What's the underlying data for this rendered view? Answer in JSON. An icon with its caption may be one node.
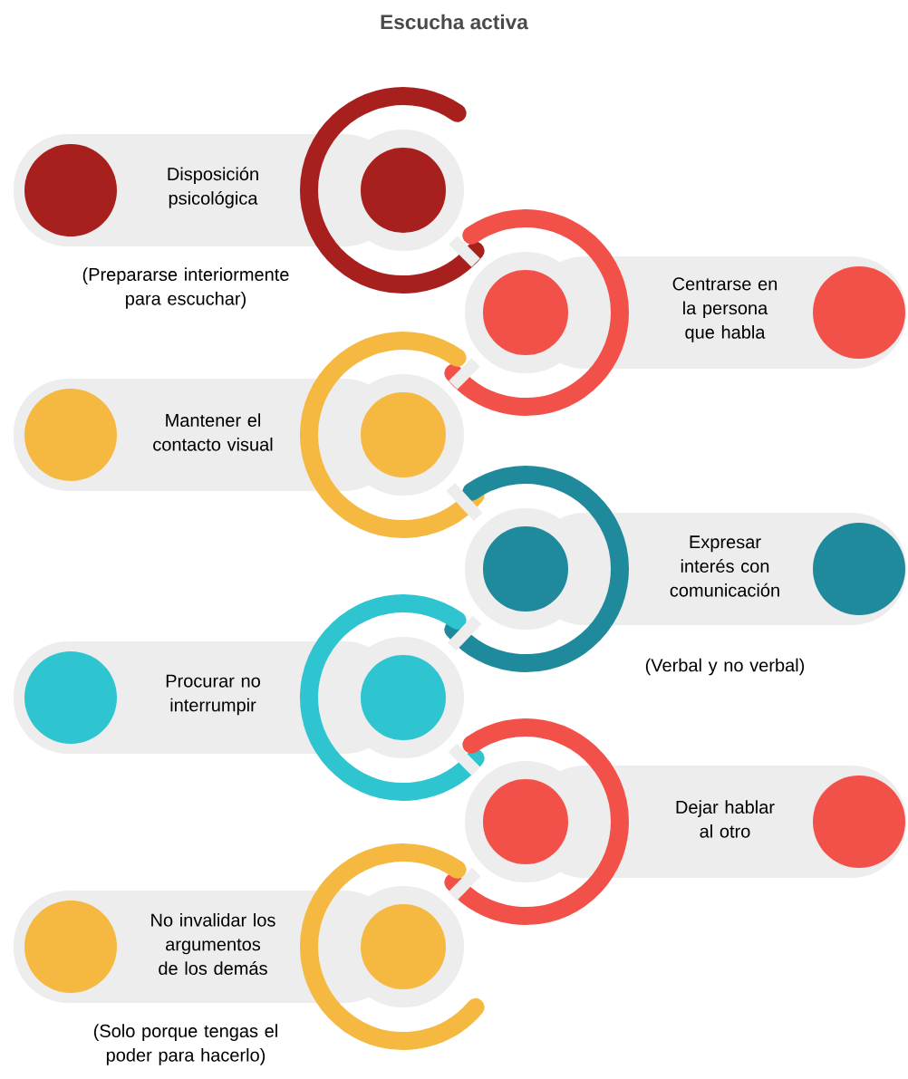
{
  "diagram": {
    "title": "Escucha activa",
    "nodes": [
      {
        "text": [
          "Disposición psicológica"
        ],
        "beside": [
          "(Prepararse interiormente para escuchar)"
        ]
      },
      {
        "text": [],
        "shape": "circle",
        "in": 0
      },
      {
        "text": [],
        "shape": "circle"
      },
      {
        "text": [
          "Centrarse en la persona que habla"
        ]
      },
      {
        "text": [],
        "shape": "circle",
        "in": 3
      },
      {
        "text": [],
        "shape": "circle"
      },
      {
        "text": [
          "Mantener el contacto visual"
        ]
      },
      {
        "text": [],
        "shape": "circle",
        "in": 6
      },
      {
        "text": [],
        "shape": "circle"
      },
      {
        "text": [
          "Expresar interés con comunicación"
        ],
        "beside": [
          "(Verbal y no verbal)"
        ]
      },
      {
        "text": [],
        "shape": "circle",
        "in": 9
      },
      {
        "text": [],
        "shape": "circle"
      },
      {
        "text": [
          "Procurar no interrumpir"
        ]
      },
      {
        "text": [],
        "shape": "circle",
        "in": 12
      },
      {
        "text": [],
        "shape": "circle"
      },
      {
        "text": [
          "Dejar hablar al otro"
        ]
      },
      {
        "text": [],
        "shape": "circle",
        "in": 15
      },
      {
        "text": [],
        "shape": "circle"
      },
      {
        "text": [
          "No invalidar los argumentos de los demás"
        ],
        "beside": [
          "(Solo porque tengas el poder para hacerlo)"
        ]
      },
      {
        "text": [],
        "shape": "circle",
        "in": 18
      },
      {
        "text": [],
        "shape": "circle"
      }
    ],
    "edges": [
      {
        "from": 2,
        "to": 5,
        "arrow": "none"
      },
      {
        "from": 5,
        "to": 8,
        "arrow": "none"
      },
      {
        "from": 8,
        "to": 11,
        "arrow": "none"
      },
      {
        "from": 11,
        "to": 14,
        "arrow": "none"
      },
      {
        "from": 14,
        "to": 17,
        "arrow": "none"
      },
      {
        "from": 17,
        "to": 20,
        "arrow": "none"
      }
    ]
  }
}
